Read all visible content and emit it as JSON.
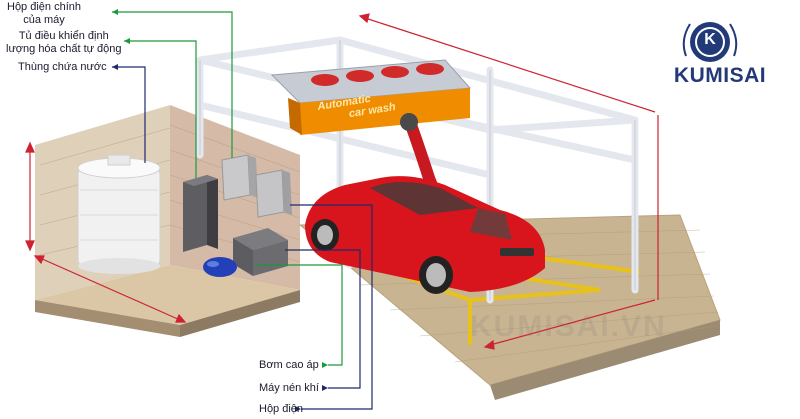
{
  "labels": {
    "main_power": "Hộp điện chính\ncủa máy",
    "chemical_control": "Tủ điều khiển định\nlượng hóa chất tự động",
    "water_tank": "Thùng chứa nước",
    "high_pressure_pump": "Bơm cao áp",
    "air_compressor": "Máy nén khí",
    "power_box": "Hộp điện"
  },
  "banner": {
    "text_line1": "Automatic",
    "text_line2": "car wash"
  },
  "brand": {
    "logo_letter": "K",
    "name": "KUMISAI",
    "watermark": "KUMISAI.VN"
  },
  "colors": {
    "brand": "#233a78",
    "car": "#d8141c",
    "arm": "#c81820",
    "banner": "#f28c00",
    "line_green": "#1b9a3a",
    "line_navy": "#1f2a6e",
    "line_red": "#cc2233",
    "frame": "#e4e8ee"
  }
}
